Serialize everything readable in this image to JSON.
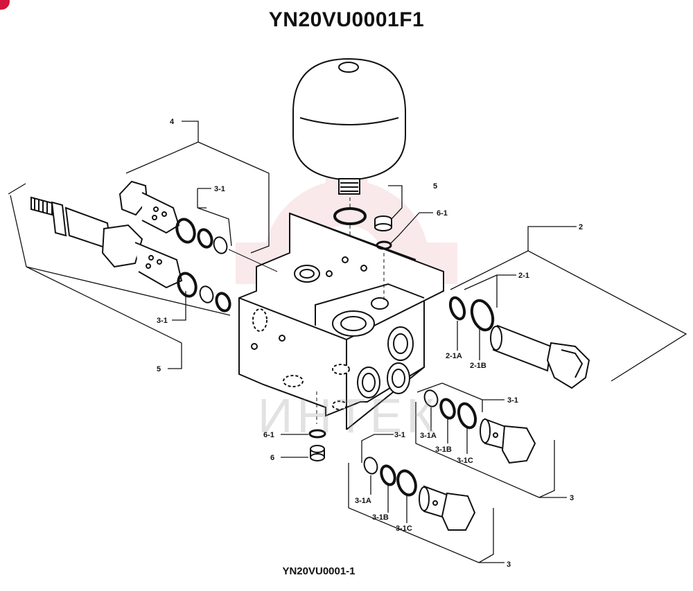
{
  "title": "YN20VU0001F1",
  "figure_code": "YN20VU0001-1",
  "watermark": "ИНТЕК",
  "watermark_color": "#e8a0a8",
  "labels": {
    "l4": "4",
    "l5_top": "5",
    "l5_left": "5",
    "l61_top": "6-1",
    "l61_bot": "6-1",
    "l6_bot": "6",
    "l2": "2",
    "l21": "2-1",
    "l21a": "2-1A",
    "l21b": "2-1B",
    "l31_top": "3-1",
    "l31_left": "3-1",
    "l31_mid": "3-1",
    "l31_low": "3-1",
    "l31a_mid": "3-1A",
    "l31b_mid": "3-1B",
    "l31c_mid": "3-1C",
    "l31a_low": "3-1A",
    "l31b_low": "3-1B",
    "l31c_low": "3-1C",
    "l3_mid": "3",
    "l3_low": "3"
  }
}
